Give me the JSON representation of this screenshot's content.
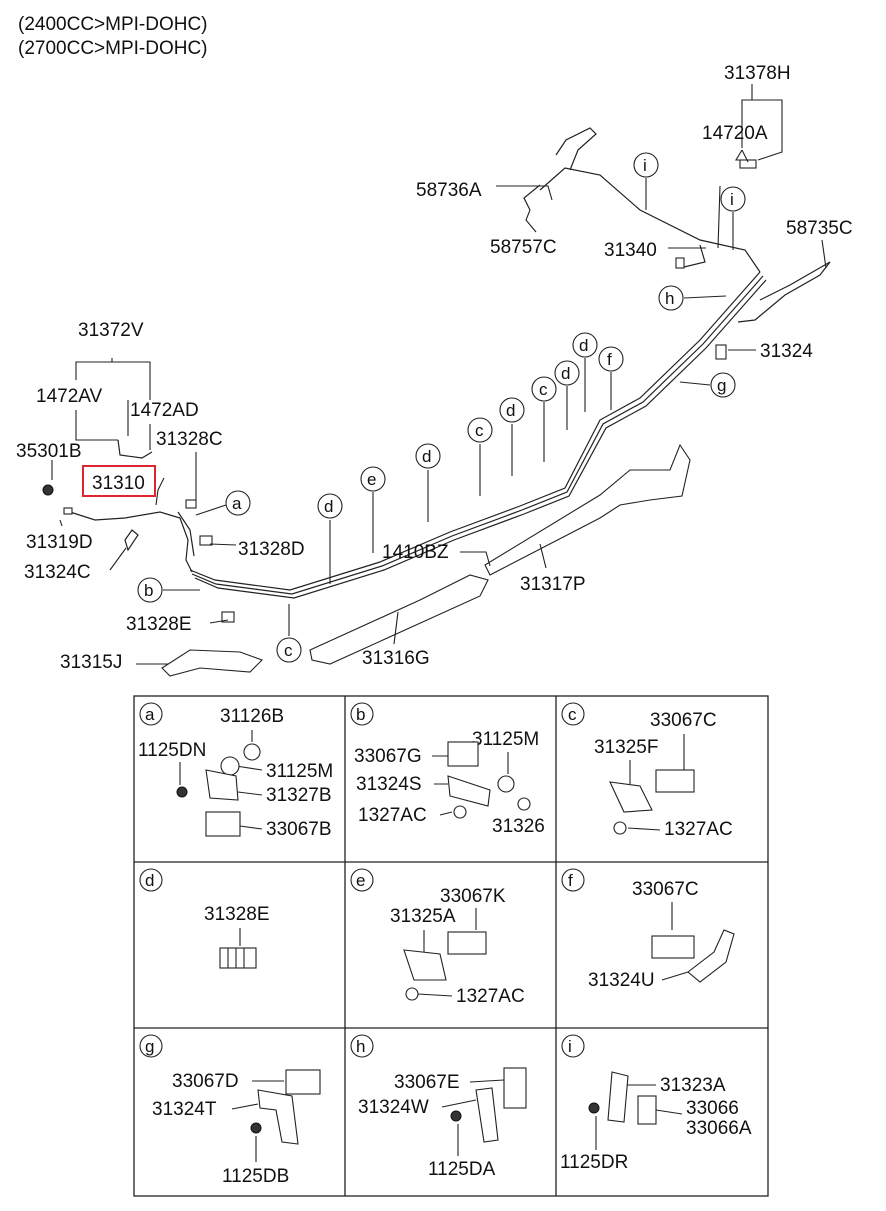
{
  "header": {
    "line1": "(2400CC>MPI-DOHC)",
    "line2": "(2700CC>MPI-DOHC)"
  },
  "highlight_color": "#e0242f",
  "main_labels": {
    "p31378H": "31378H",
    "p14720A": "14720A",
    "p58736A": "58736A",
    "p58757C": "58757C",
    "p31340": "31340",
    "p58735C": "58735C",
    "p31324": "31324",
    "p31372V": "31372V",
    "p1472AV": "1472AV",
    "p1472AD": "1472AD",
    "p35301B": "35301B",
    "p31328C": "31328C",
    "p31310": "31310",
    "p31319D": "31319D",
    "p31328D": "31328D",
    "p31324C": "31324C",
    "p1410BZ": "1410BZ",
    "p31317P": "31317P",
    "p31328E": "31328E",
    "p31316G": "31316G",
    "p31315J": "31315J"
  },
  "callouts": {
    "a": "a",
    "b": "b",
    "c": "c",
    "d": "d",
    "e": "e",
    "f": "f",
    "g": "g",
    "h": "h",
    "i": "i"
  },
  "detail_cells": [
    {
      "key": "a",
      "labels": [
        "31126B",
        "1125DN",
        "31125M",
        "31327B",
        "33067B"
      ]
    },
    {
      "key": "b",
      "labels": [
        "31125M",
        "33067G",
        "31324S",
        "1327AC",
        "31326"
      ]
    },
    {
      "key": "c",
      "labels": [
        "33067C",
        "31325F",
        "1327AC"
      ]
    },
    {
      "key": "d",
      "labels": [
        "31328E"
      ]
    },
    {
      "key": "e",
      "labels": [
        "33067K",
        "31325A",
        "1327AC"
      ]
    },
    {
      "key": "f",
      "labels": [
        "33067C",
        "31324U"
      ]
    },
    {
      "key": "g",
      "labels": [
        "33067D",
        "31324T",
        "1125DB"
      ]
    },
    {
      "key": "h",
      "labels": [
        "33067E",
        "31324W",
        "1125DA"
      ]
    },
    {
      "key": "i",
      "labels": [
        "31323A",
        "33066",
        "33066A",
        "1125DR"
      ]
    }
  ]
}
